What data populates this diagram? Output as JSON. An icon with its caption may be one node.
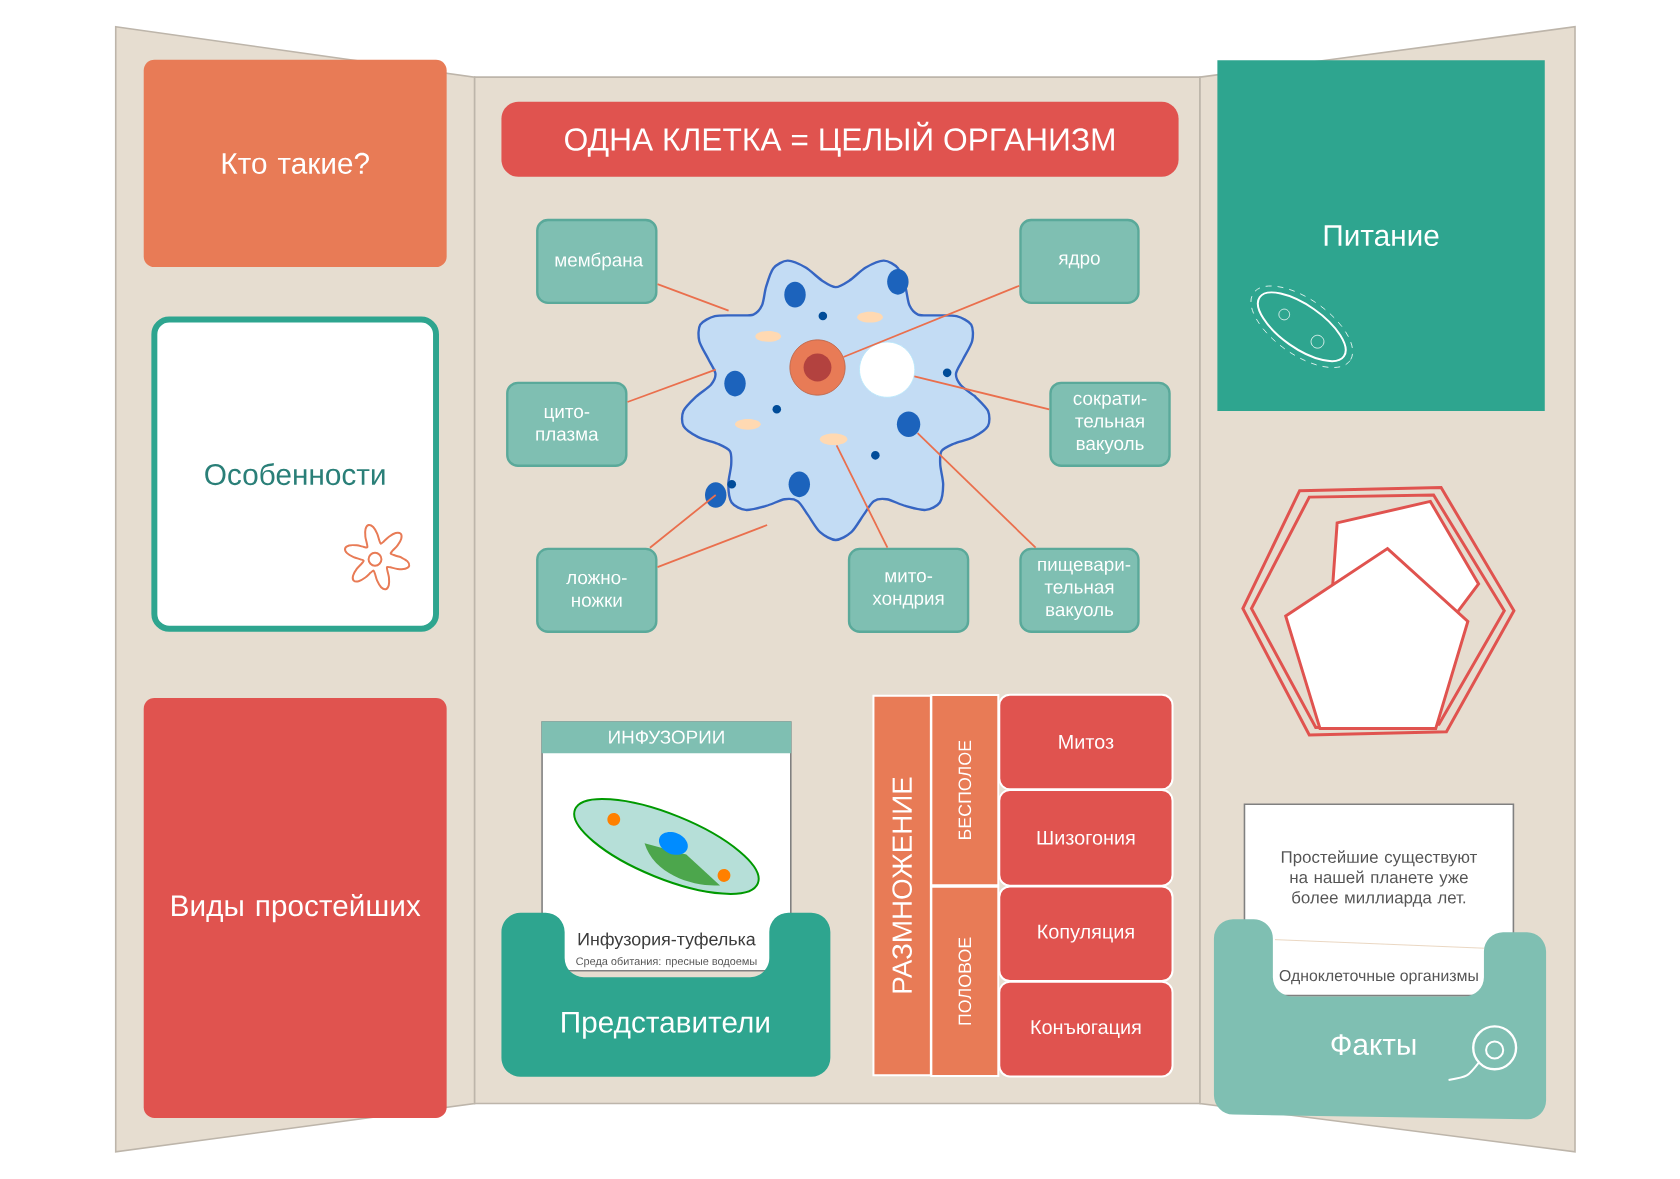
{
  "diagram": {
    "title": "ОДНА КЛЕТКА = ЦЕЛЫЙ ОРГАНИЗМ",
    "nodes": [
      {
        "text": [
          "Кто такие?"
        ]
      },
      {
        "text": [
          "Особенности"
        ]
      },
      {
        "text": [
          "Виды простейших"
        ]
      },
      {
        "text": [
          "мембрана"
        ]
      },
      {
        "text": [
          "ядро"
        ]
      },
      {
        "text": [
          "цито- плазма"
        ]
      },
      {
        "text": [
          "сократи- тельная вакуоль"
        ]
      },
      {
        "text": [
          "ложно- ножки"
        ]
      },
      {
        "text": [
          "мито- хондрия"
        ]
      },
      {
        "text": [
          "пищевари- тельная вакуоль"
        ]
      },
      {
        "text": [
          "ИНФУЗОРИИ",
          "Инфузория-туфелька",
          "Среда обитания: пресные водоемы"
        ]
      },
      {
        "text": [
          "Представители"
        ]
      },
      {
        "text": [
          "РАЗМНОЖЕНИЕ"
        ]
      },
      {
        "text": [
          "БЕСПОЛОЕ"
        ]
      },
      {
        "text": [
          "Митоз"
        ]
      },
      {
        "text": [
          "Шизогония"
        ]
      },
      {
        "text": [
          "ПОЛОВОЕ"
        ]
      },
      {
        "text": [
          "Копуляция"
        ]
      },
      {
        "text": [
          "Конъюгация"
        ]
      },
      {
        "text": [
          "Питание"
        ]
      },
      {
        "text": [
          "Простейшие существуют на нашей планете уже более миллиарда лет.",
          "Одноклеточные организмы"
        ]
      },
      {
        "text": [
          "Факты"
        ]
      },
      {
        "text": [],
        "shape": "circle"
      },
      {
        "text": [],
        "shape": "circle"
      },
      {
        "text": [],
        "shape": "ellipse"
      },
      {
        "text": [],
        "shape": "ellipse"
      }
    ],
    "edges": [
      {
        "from": 3,
        "to": null,
        "arrow": "none"
      },
      {
        "from": 4,
        "to": 22,
        "arrow": "none"
      },
      {
        "from": 5,
        "to": null,
        "arrow": "none"
      },
      {
        "from": 6,
        "to": 23,
        "arrow": "none"
      },
      {
        "from": 7,
        "to": null,
        "arrow": "none"
      },
      {
        "from": 7,
        "to": null,
        "arrow": "none"
      },
      {
        "from": 8,
        "to": 24,
        "arrow": "none"
      },
      {
        "from": 9,
        "to": 25,
        "arrow": "none"
      }
    ]
  }
}
